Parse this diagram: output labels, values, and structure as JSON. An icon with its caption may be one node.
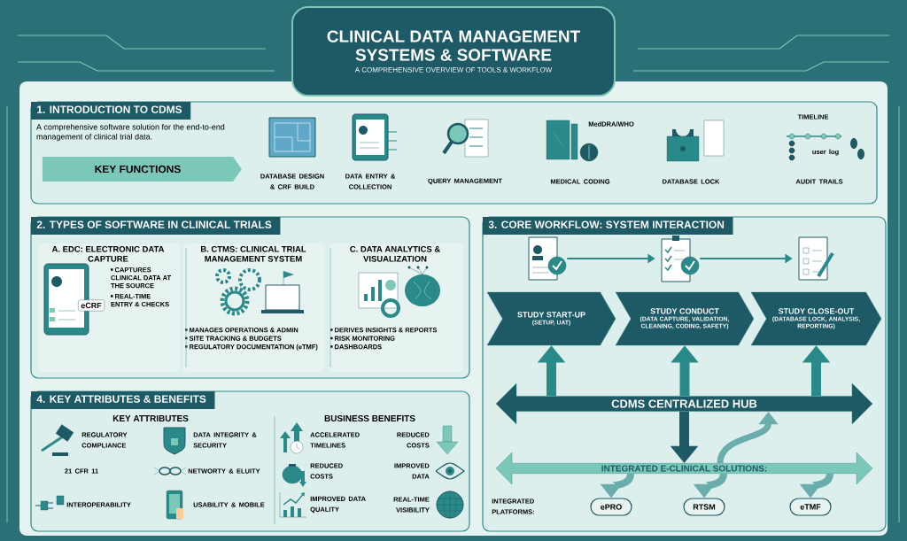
{
  "diagram": {
    "title": "CLINICAL DATA MANAGEMENT SYSTEMS & SOFTWARE",
    "nodes": [
      {
        "text": [
          "A COMPREHENSIVE OVERVIEW OF TOOLS & WORKFLOW"
        ]
      },
      {
        "text": [
          "1. INTRODUCTION TO CDMS",
          "A comprehensive software solution for the end-to-end management of clinical trial data."
        ]
      },
      {
        "text": [
          "KEY FUNCTIONS"
        ],
        "in": 1
      },
      {
        "text": [
          "2. TYPES OF SOFTWARE IN CLINICAL TRIALS"
        ]
      },
      {
        "text": [
          "A. EDC: ELECTRONIC DATA CAPTURE",
          "CAPTURES CLINICAL DATA AT THE SOURCE",
          "REAL-TIME ENTRY & CHECKS"
        ],
        "in": 3
      },
      {
        "text": [
          "B. CTMS: CLINICAL TRIAL MANAGEMENT SYSTEM",
          "MANAGES OPERATIONS & ADMIN",
          "SITE TRACKING & BUDGETS",
          "REGULATORY DOCUMENTATION (eTMF)"
        ],
        "in": 3
      },
      {
        "text": [
          "C. DATA ANALYTICS & VISUALIZATION",
          "DERIVES INSIGHTS & REPORTS",
          "RISK MONITORING",
          "DASHBOARDS"
        ],
        "in": 3
      },
      {
        "text": [
          "3. CORE WORKFLOW: SYSTEM INTERACTION"
        ]
      },
      {
        "text": [],
        "shape": "picture",
        "in": 7
      },
      {
        "text": [],
        "shape": "picture",
        "in": 7
      },
      {
        "text": [],
        "shape": "picture",
        "in": 7
      },
      {
        "text": [
          "STUDY START-UP",
          "(SETUP, UAT)"
        ],
        "in": 7
      },
      {
        "text": [
          "STUDY CONDUCT",
          "(DATA CAPTURE, VALIDATION, CLEANING, CODING, SAFETY)"
        ],
        "in": 7
      },
      {
        "text": [
          "STUDY CLOSE-OUT",
          "(DATABASE LOCK, ANALYSIS, REPORTING)"
        ],
        "in": 7
      },
      {
        "text": [
          "CDMS CENTRALIZED HUB"
        ],
        "in": 7
      },
      {
        "text": [
          "INTEGRATED E-CLINICAL SOLUTIONS:"
        ],
        "in": 7
      },
      {
        "text": [
          "ePRO"
        ],
        "in": 7
      },
      {
        "text": [
          "RTSM"
        ],
        "in": 7
      },
      {
        "text": [
          "eTMF"
        ],
        "in": 7
      },
      {
        "text": [
          "4. KEY ATTRIBUTES & BENEFITS",
          "KEY ATTRIBUTES",
          "BUSINESS BENEFITS"
        ]
      }
    ],
    "edges": [
      {
        "from": 8,
        "to": 9,
        "arrow": "to"
      },
      {
        "from": 9,
        "to": 10,
        "arrow": "to"
      },
      {
        "from": 14,
        "to": 11,
        "arrow": "to"
      },
      {
        "from": 14,
        "to": 12,
        "arrow": "to"
      },
      {
        "from": 14,
        "to": 13,
        "arrow": "to"
      },
      {
        "from": 14,
        "to": 15,
        "arrow": "to"
      },
      {
        "from": 15,
        "to": 16,
        "arrow": "to"
      },
      {
        "from": 15,
        "to": 17,
        "arrow": "to"
      },
      {
        "from": 15,
        "to": 18,
        "arrow": "to"
      },
      {
        "from": 15,
        "to": 14,
        "arrow": "to"
      }
    ],
    "labels": [
      "DATABASE DESIGN & CRF BUILD",
      "DATA ENTRY & COLLECTION",
      "QUERY MANAGEMENT",
      "MEDICAL CODING",
      "DATABASE LOCK",
      "AUDIT TRAILS",
      "MedDRA/WHO",
      "TIMELINE",
      "user log",
      "eCRF",
      "REGULATORY COMPLIANCE",
      "DATA INTEGRITY & SECURITY",
      "21 CFR 11",
      "NETWORTY & ELUITY",
      "INTEROPERABILITY",
      "USABILITY & MOBILE",
      "ACCELERATED TIMELINES",
      "REDUCED COSTS",
      "REDUCED COSTS",
      "IMPROVED DATA",
      "IMPROVED DATA QUALITY",
      "REAL-TIME VISIBILITY",
      "INTEGRATED PLATFORMS:"
    ]
  }
}
